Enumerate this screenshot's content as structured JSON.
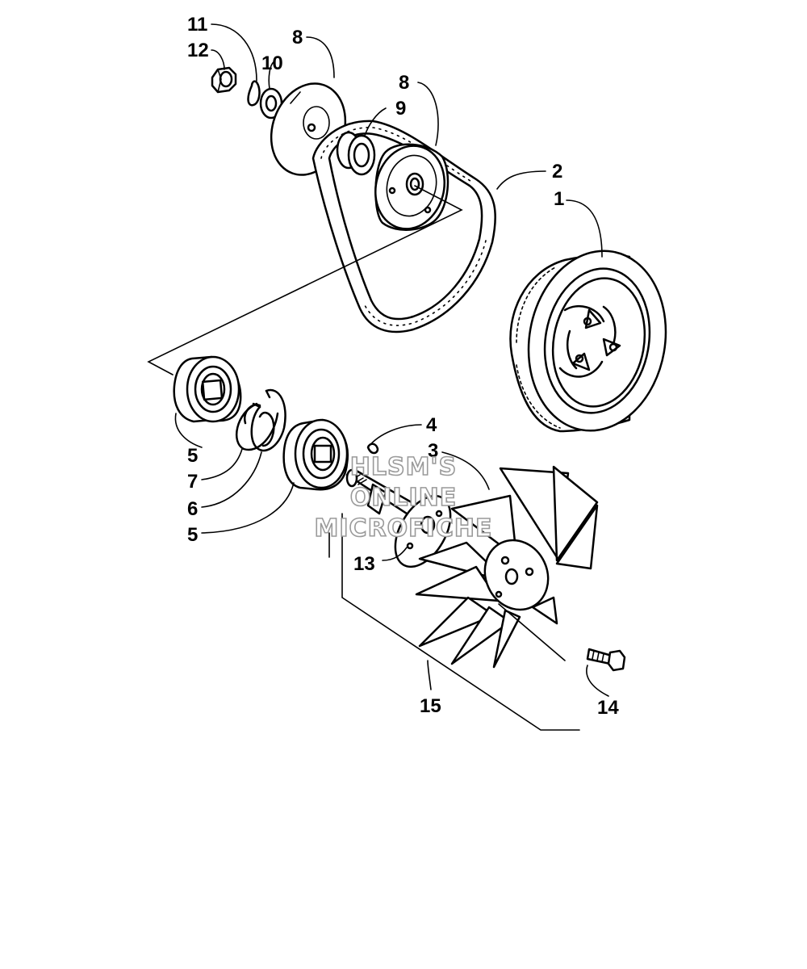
{
  "callouts": {
    "c1": "1",
    "c2": "2",
    "c3": "3",
    "c4": "4",
    "c5a": "5",
    "c5b": "5",
    "c6": "6",
    "c7": "7",
    "c8a": "8",
    "c8b": "8",
    "c9": "9",
    "c10": "10",
    "c11": "11",
    "c12": "12",
    "c13": "13",
    "c14": "14",
    "c15": "15"
  },
  "watermark": {
    "line1": "HLSM'S",
    "line2": "ONLINE",
    "line3": "MICROFICHE"
  },
  "colors": {
    "ink": "#000000",
    "paper": "#ffffff",
    "watermark_outline": "#9a9a9a"
  }
}
